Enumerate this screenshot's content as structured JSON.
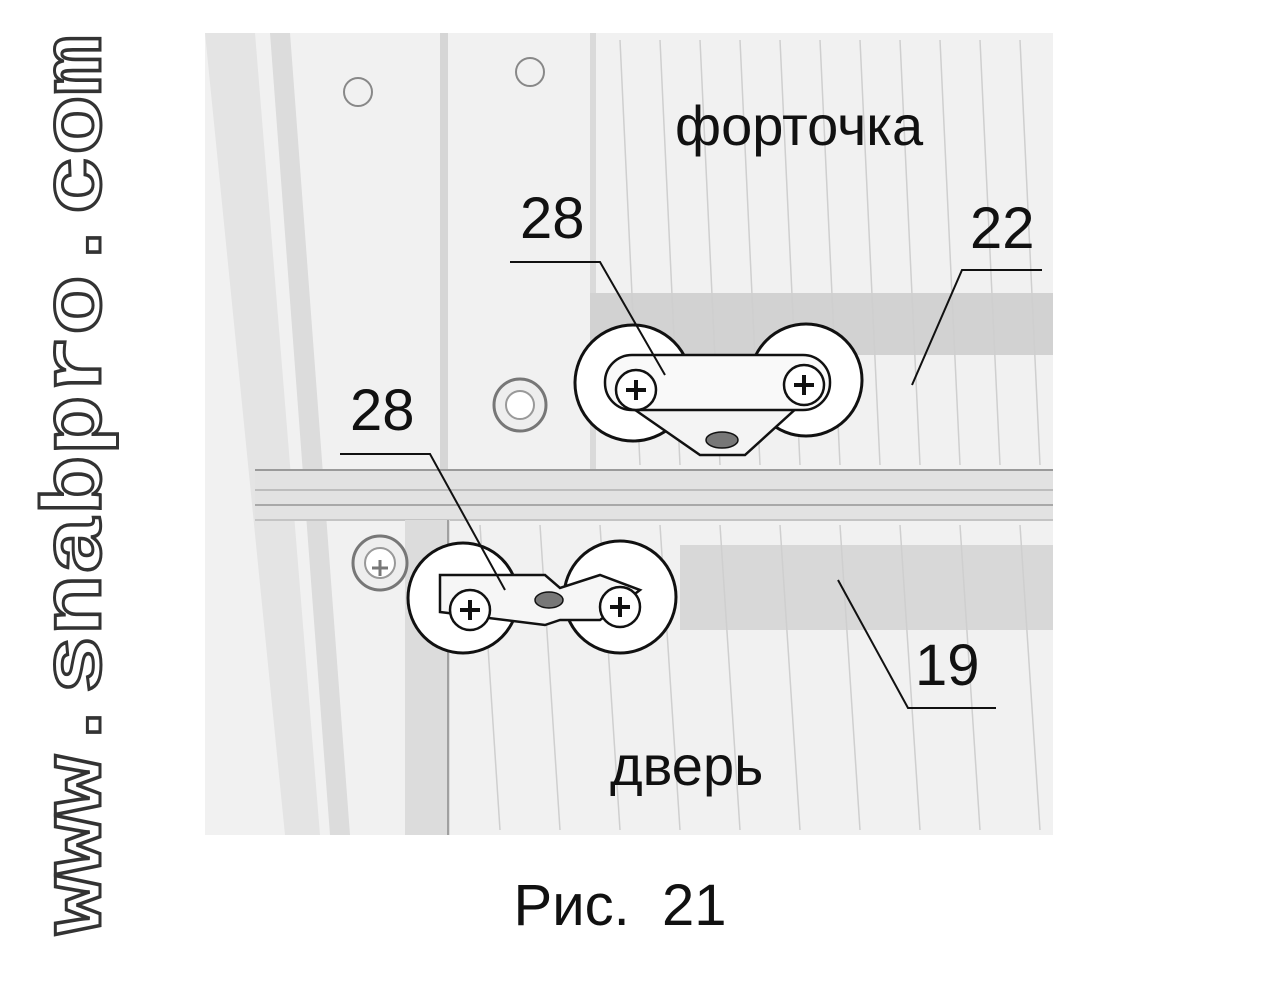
{
  "watermark": {
    "text": "www.snabpro.com"
  },
  "diagram": {
    "upper_panel_label": "форточка",
    "lower_panel_label": "дверь",
    "callouts": {
      "roller_upper": "28",
      "roller_lower": "28",
      "profile_upper": "22",
      "profile_lower": "19"
    }
  },
  "caption": {
    "prefix": "Рис.",
    "number": "21"
  }
}
